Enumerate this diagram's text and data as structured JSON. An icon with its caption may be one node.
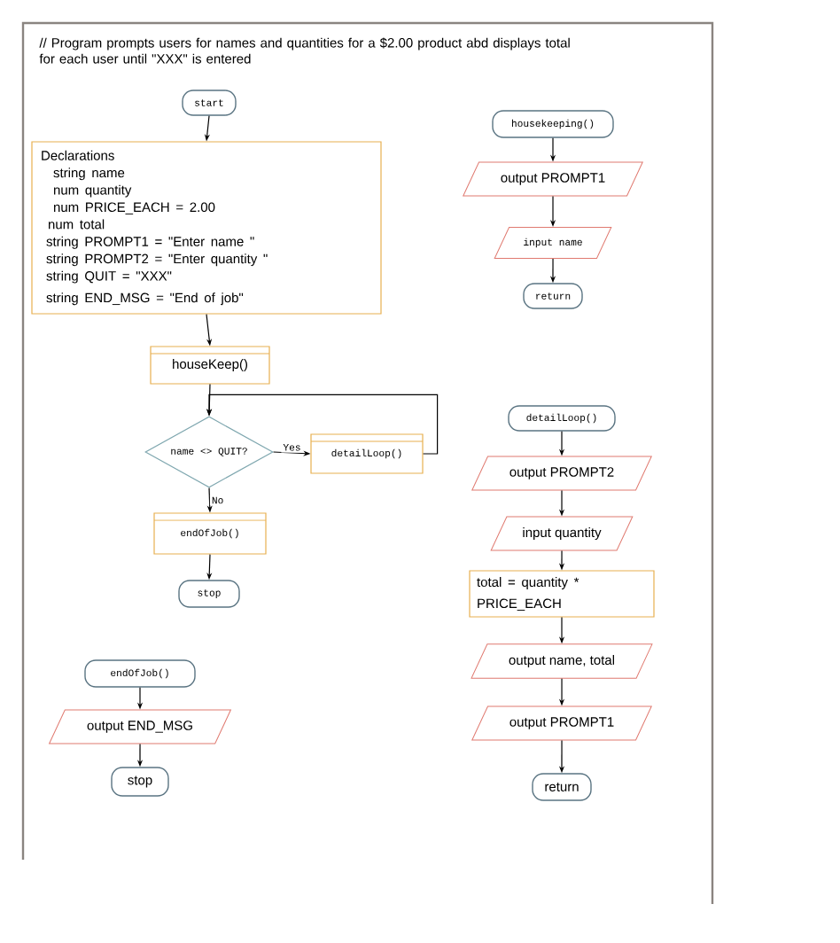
{
  "diagram": {
    "title": "// Program prompts users for names and quantities for a $2.00 product abd displays total for each user until \"XXX\" is entered",
    "nodes": [
      {
        "text": [
          "start"
        ]
      },
      {
        "text": [
          "Declarations",
          "string name",
          "num quantity",
          "num PRICE_EACH = 2.00",
          "num total",
          "string PROMPT1 = \"Enter name \"",
          "string PROMPT2 = \"Enter quantity \"",
          "string QUIT = \"XXX\"",
          "string END_MSG =   \"End of job\""
        ]
      },
      {
        "text": [
          "houseKeep()"
        ]
      },
      {
        "text": [
          "name <> QUIT?"
        ]
      },
      {
        "text": [
          "detailLoop()"
        ]
      },
      {
        "text": [
          "endOfJob()"
        ]
      },
      {
        "text": [
          "stop"
        ]
      },
      {
        "text": [
          "housekeeping()"
        ]
      },
      {
        "text": [
          "output PROMPT1"
        ]
      },
      {
        "text": [
          "input name"
        ]
      },
      {
        "text": [
          "return"
        ]
      },
      {
        "text": [
          "detailLoop()"
        ]
      },
      {
        "text": [
          "output PROMPT2"
        ]
      },
      {
        "text": [
          "input quantity"
        ]
      },
      {
        "text": [
          "total = quantity * PRICE_EACH"
        ]
      },
      {
        "text": [
          "output name, total"
        ]
      },
      {
        "text": [
          "output PROMPT1"
        ]
      },
      {
        "text": [
          "return"
        ]
      },
      {
        "text": [
          "endOfJob()"
        ]
      },
      {
        "text": [
          "output END_MSG"
        ]
      },
      {
        "text": [
          "stop"
        ]
      }
    ],
    "edges": [
      {
        "from": 0,
        "to": 1,
        "arrow": "to"
      },
      {
        "from": 1,
        "to": 2,
        "arrow": "to"
      },
      {
        "from": 2,
        "to": 3,
        "arrow": "to"
      },
      {
        "from": 3,
        "to": 4,
        "arrow": "to",
        "label": "Yes"
      },
      {
        "from": 4,
        "to": 3,
        "arrow": "to"
      },
      {
        "from": 3,
        "to": 5,
        "arrow": "to",
        "label": "No"
      },
      {
        "from": 5,
        "to": 6,
        "arrow": "to"
      },
      {
        "from": 7,
        "to": 8,
        "arrow": "to"
      },
      {
        "from": 8,
        "to": 9,
        "arrow": "to"
      },
      {
        "from": 9,
        "to": 10,
        "arrow": "to"
      },
      {
        "from": 11,
        "to": 12,
        "arrow": "to"
      },
      {
        "from": 12,
        "to": 13,
        "arrow": "to"
      },
      {
        "from": 13,
        "to": 14,
        "arrow": "to"
      },
      {
        "from": 14,
        "to": 15,
        "arrow": "to"
      },
      {
        "from": 15,
        "to": 16,
        "arrow": "to"
      },
      {
        "from": 16,
        "to": 17,
        "arrow": "to"
      },
      {
        "from": 18,
        "to": 19,
        "arrow": "to"
      },
      {
        "from": 19,
        "to": 20,
        "arrow": "to"
      }
    ]
  }
}
